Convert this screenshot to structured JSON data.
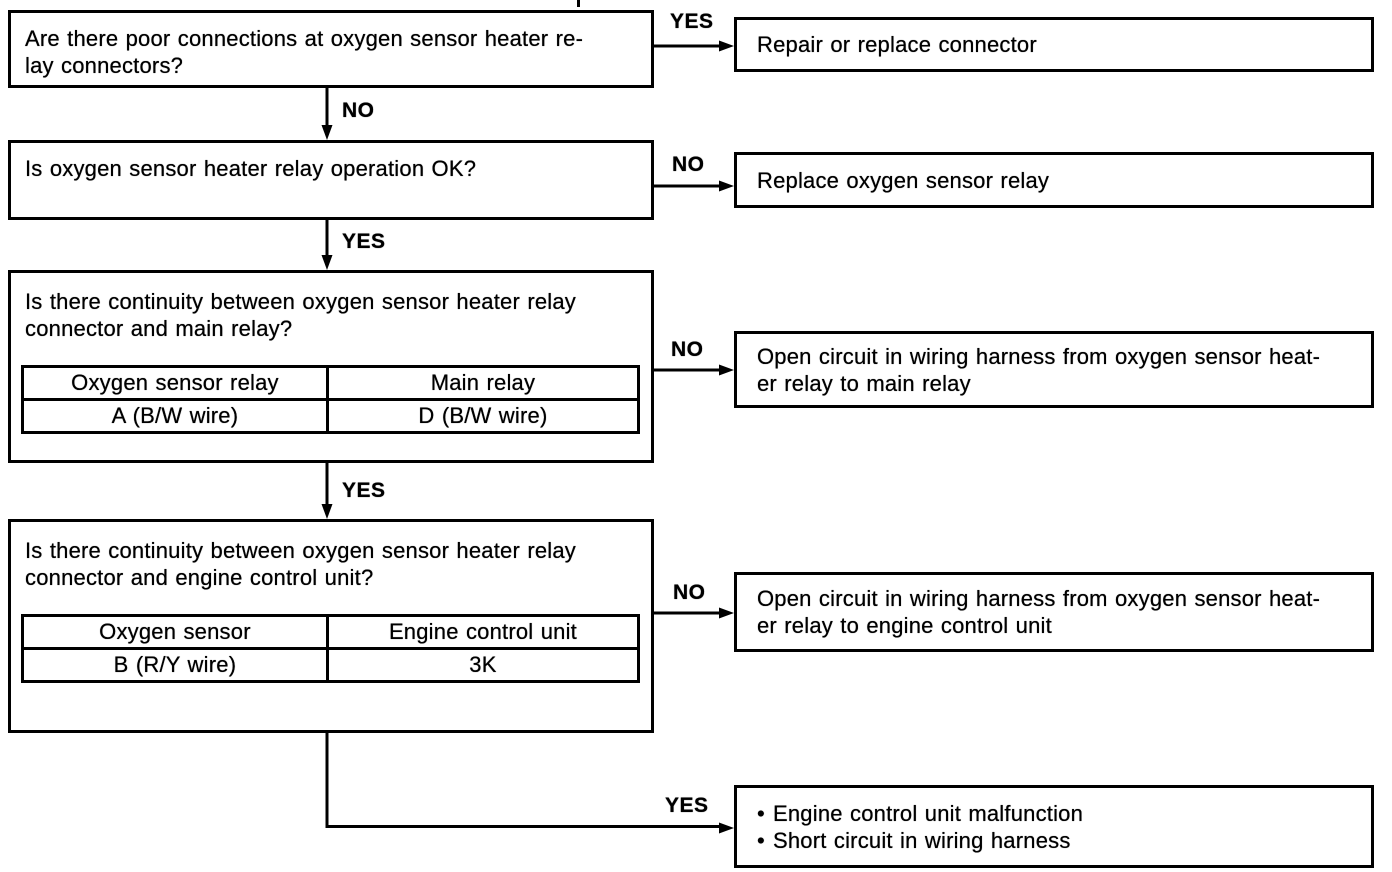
{
  "labels": {
    "yes": "YES",
    "no": "NO",
    "bullet": "•"
  },
  "decisions": {
    "q1": "Are there poor connections at oxygen sensor heater re-\nlay connectors?",
    "q2": "Is oxygen sensor heater relay operation OK?",
    "q3": "Is there continuity between oxygen sensor heater relay\nconnector and main relay?",
    "q4": "Is there continuity between oxygen sensor heater relay\nconnector and engine control unit?"
  },
  "results": {
    "r1": "Repair or replace connector",
    "r2": "Replace oxygen sensor relay",
    "r3": "Open circuit in wiring harness from oxygen sensor heat-\ner relay to main relay",
    "r4": "Open circuit in wiring harness from oxygen sensor heat-\ner relay to engine control unit",
    "r5_items": [
      "Engine control unit malfunction",
      "Short circuit in wiring harness"
    ]
  },
  "tables": {
    "relay": {
      "headers": [
        "Oxygen sensor relay",
        "Main relay"
      ],
      "rows": [
        [
          "A (B/W wire)",
          "D (B/W wire)"
        ]
      ]
    },
    "ecu": {
      "headers": [
        "Oxygen sensor",
        "Engine control unit"
      ],
      "rows": [
        [
          "B (R/Y wire)",
          "3K"
        ]
      ]
    }
  },
  "colors": {
    "ink": "#000000",
    "paper": "#ffffff"
  }
}
